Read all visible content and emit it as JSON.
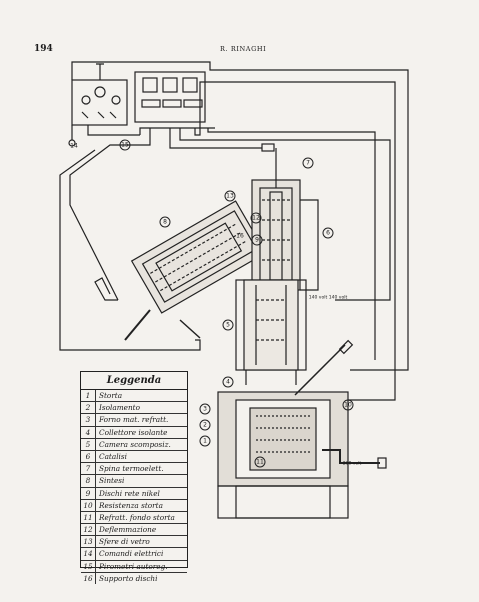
{
  "header": {
    "page_number": "194",
    "running_head": "R. RINAGHI"
  },
  "legend": {
    "title": "Leggenda",
    "items": [
      {
        "num": "1",
        "text": "Storta"
      },
      {
        "num": "2",
        "text": "Isolamento"
      },
      {
        "num": "3",
        "text": "Forno mat. refratt."
      },
      {
        "num": "4",
        "text": "Collettore isolante"
      },
      {
        "num": "5",
        "text": "Camera scomposiz."
      },
      {
        "num": "6",
        "text": "Catalisi"
      },
      {
        "num": "7",
        "text": "Spina termoelett."
      },
      {
        "num": "8",
        "text": "Sintesi"
      },
      {
        "num": "9",
        "text": "Dischi rete nikel"
      },
      {
        "num": "10",
        "text": "Resistenza storta"
      },
      {
        "num": "11",
        "text": "Refratt. fondo storta"
      },
      {
        "num": "12",
        "text": "Deflemmazione"
      },
      {
        "num": "13",
        "text": "Sfere di vetro"
      },
      {
        "num": "14",
        "text": "Comandi elettrici"
      },
      {
        "num": "15",
        "text": "Pirometri autoreg."
      },
      {
        "num": "16",
        "text": "Supporto dischi"
      }
    ]
  },
  "diagram_labels": {
    "l1": "1",
    "l2": "2",
    "l3": "3",
    "l4": "4",
    "l5": "5",
    "l6": "6",
    "l7": "7",
    "l8": "8",
    "l9": "9",
    "l10": "10",
    "l11": "11",
    "l12": "12",
    "l13": "13",
    "l14": "14",
    "l15": "15",
    "l16": "16",
    "v1": "140 volt",
    "v2": "140 volt",
    "v3": "260 volt"
  }
}
